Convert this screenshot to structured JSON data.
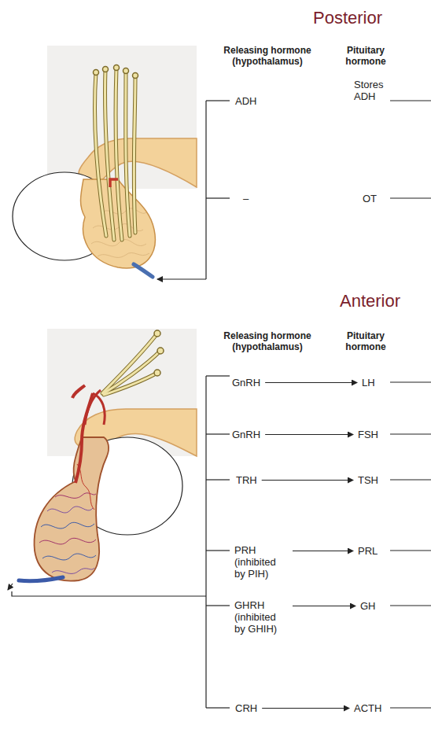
{
  "diagram": {
    "nodes": [
      {
        "text": [
          "ADH"
        ]
      },
      {
        "text": [
          "Stores ADH"
        ]
      },
      {
        "text": [
          "–"
        ]
      },
      {
        "text": [
          "OT"
        ]
      },
      {
        "text": [
          "GnRH"
        ]
      },
      {
        "text": [
          "LH"
        ]
      },
      {
        "text": [
          "GnRH"
        ]
      },
      {
        "text": [
          "FSH"
        ]
      },
      {
        "text": [
          "TRH"
        ]
      },
      {
        "text": [
          "TSH"
        ]
      },
      {
        "text": [
          "PRH (inhibited by PIH)"
        ]
      },
      {
        "text": [
          "PRL"
        ]
      },
      {
        "text": [
          "GHRH (inhibited by GHIH)"
        ]
      },
      {
        "text": [
          "GH"
        ]
      },
      {
        "text": [
          "CRH"
        ]
      },
      {
        "text": [
          "ACTH"
        ]
      }
    ],
    "edges": [
      {
        "from": 4,
        "to": 5,
        "arrow": "to"
      },
      {
        "from": 6,
        "to": 7,
        "arrow": "to"
      },
      {
        "from": 8,
        "to": 9,
        "arrow": "to"
      },
      {
        "from": 10,
        "to": 11,
        "arrow": "to"
      },
      {
        "from": 12,
        "to": 13,
        "arrow": "to"
      },
      {
        "from": 14,
        "to": 15,
        "arrow": "to"
      }
    ],
    "labels": [
      "Posterior",
      "Releasing hormone (hypothalamus)",
      "Pituitary hormone",
      "Anterior",
      "Releasing hormone (hypothalamus)",
      "Pituitary hormone"
    ]
  }
}
